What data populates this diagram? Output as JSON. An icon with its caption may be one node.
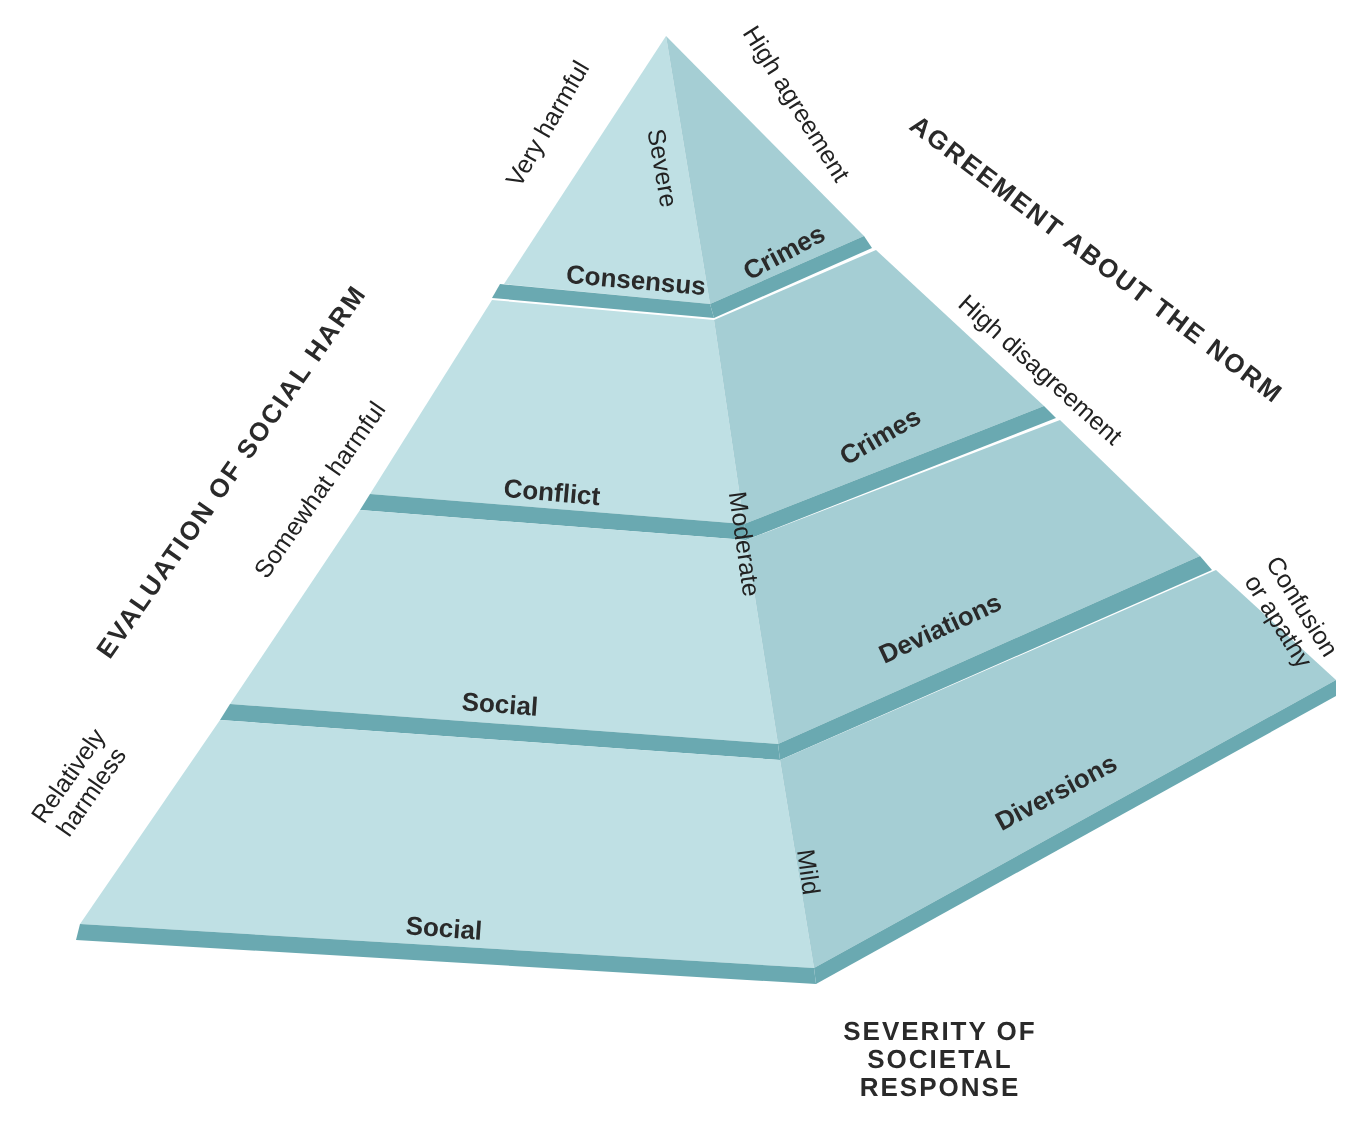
{
  "diagram": {
    "nodes": [
      {
        "text": [
          "Consensus"
        ]
      },
      {
        "text": [
          "Crimes"
        ]
      },
      {
        "text": [
          "Conflict"
        ]
      },
      {
        "text": [
          "Crimes"
        ]
      },
      {
        "text": [
          "Social"
        ]
      },
      {
        "text": [
          "Deviations"
        ]
      },
      {
        "text": [
          "Social"
        ]
      },
      {
        "text": [
          "Diversions"
        ]
      }
    ],
    "edges": [],
    "labels": [
      "High agreement",
      "Very harmful",
      "Severe",
      "AGREEMENT ABOUT THE NORM",
      "High disagreement",
      "EVALUATION OF SOCIAL HARM",
      "Somewhat harmful",
      "Moderate",
      "Confusion or apathy",
      "Relatively harmless",
      "Mild",
      "SEVERITY OF SOCIETAL RESPONSE"
    ]
  }
}
